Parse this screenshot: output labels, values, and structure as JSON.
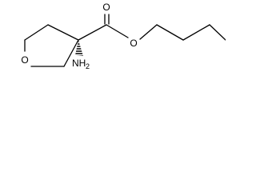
{
  "molecule": {
    "atoms": {
      "ring_oxygen": "O",
      "carbonyl_oxygen": "O",
      "ester_oxygen": "O",
      "amine_main": "NH",
      "amine_sub": "2"
    }
  }
}
